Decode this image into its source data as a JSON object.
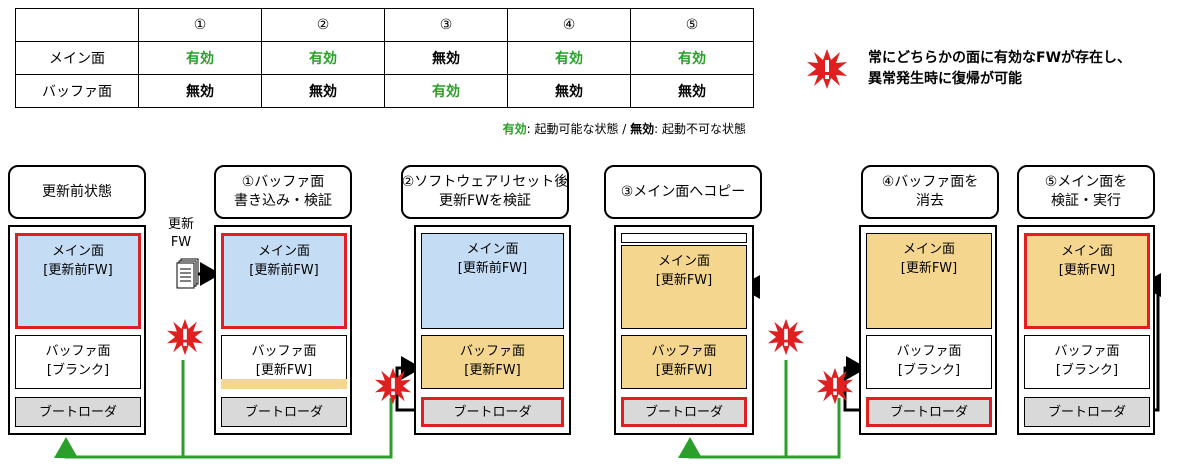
{
  "state_table": {
    "headers": [
      "①",
      "②",
      "③",
      "④",
      "⑤"
    ],
    "rows": [
      {
        "label": "メイン面",
        "cells": [
          {
            "text": "有効",
            "valid": true
          },
          {
            "text": "有効",
            "valid": true
          },
          {
            "text": "無効",
            "valid": false
          },
          {
            "text": "有効",
            "valid": true
          },
          {
            "text": "有効",
            "valid": true
          }
        ]
      },
      {
        "label": "バッファ面",
        "cells": [
          {
            "text": "無効",
            "valid": false
          },
          {
            "text": "無効",
            "valid": false
          },
          {
            "text": "有効",
            "valid": true
          },
          {
            "text": "無効",
            "valid": false
          },
          {
            "text": "無効",
            "valid": false
          }
        ]
      }
    ]
  },
  "legend": {
    "valid_term": "有効",
    "valid_desc": ": 起動可能な状態 / ",
    "invalid_term": "無効",
    "invalid_desc": ": 起動不可な状態"
  },
  "note": {
    "line1": "常にどちらかの面に有効なFWが存在し、",
    "line2": "異常発生時に復帰が可能"
  },
  "fw_file": {
    "line1": "更新",
    "line2": "FW"
  },
  "colors": {
    "valid_green": "#2aa02a",
    "alert_red": "#e02020",
    "main_blue": "#c5dcf5",
    "fw_orange": "#f5d68f",
    "boot_gray": "#d9d9d9"
  },
  "steps": [
    {
      "title": [
        "更新前状態"
      ],
      "main": [
        "メイン面",
        "[更新前FW]"
      ],
      "buffer": [
        "バッファ面",
        "[ブランク]"
      ],
      "boot": "ブートローダ"
    },
    {
      "title": [
        "①バッファ面",
        "書き込み・検証"
      ],
      "main": [
        "メイン面",
        "[更新前FW]"
      ],
      "buffer": [
        "バッファ面",
        "[更新FW]"
      ],
      "boot": "ブートローダ"
    },
    {
      "title": [
        "②ソフトウェアリセット後",
        "更新FWを検証"
      ],
      "main": [
        "メイン面",
        "[更新前FW]"
      ],
      "buffer": [
        "バッファ面",
        "[更新FW]"
      ],
      "boot": "ブートローダ"
    },
    {
      "title": [
        "③メイン面へコピー"
      ],
      "main": [
        "メイン面",
        "[更新FW]"
      ],
      "buffer": [
        "バッファ面",
        "[更新FW]"
      ],
      "boot": "ブートローダ"
    },
    {
      "title": [
        "④バッファ面を",
        "消去"
      ],
      "main": [
        "メイン面",
        "[更新FW]"
      ],
      "buffer": [
        "バッファ面",
        "[ブランク]"
      ],
      "boot": "ブートローダ"
    },
    {
      "title": [
        "⑤メイン面を",
        "検証・実行"
      ],
      "main": [
        "メイン面",
        "[更新FW]"
      ],
      "buffer": [
        "バッファ面",
        "[ブランク]"
      ],
      "boot": "ブートローダ"
    }
  ]
}
